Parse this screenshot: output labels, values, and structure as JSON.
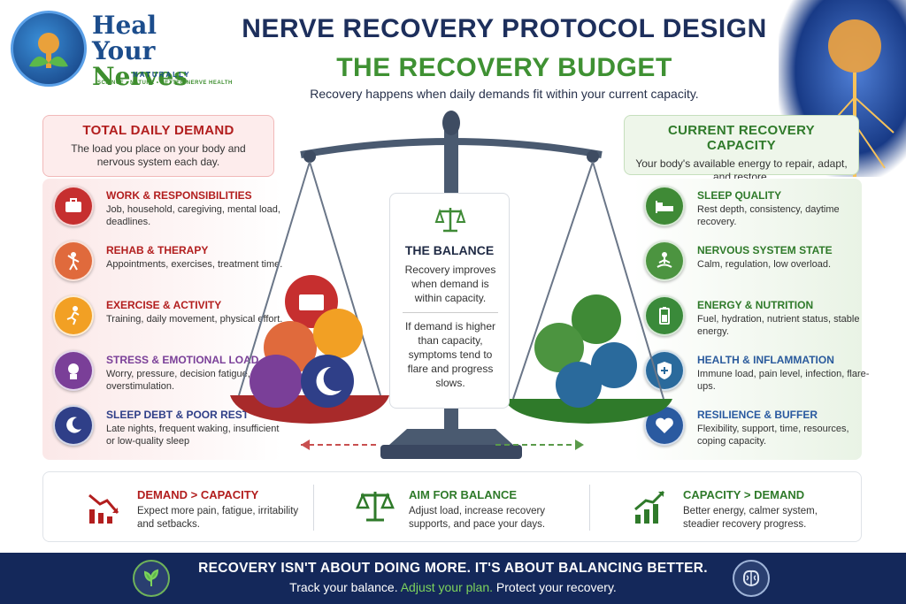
{
  "brand": {
    "line1": "Heal Your",
    "line2": "Nerves",
    "sub": "NATURALLY",
    "tagline": "SCIENCE • NATURE • BETTER NERVE HEALTH"
  },
  "header": {
    "title": "NERVE RECOVERY PROTOCOL DESIGN",
    "subtitle_title": "THE RECOVERY BUDGET",
    "tagline": "Recovery happens when daily demands fit within your current capacity."
  },
  "demand": {
    "title": "TOTAL DAILY DEMAND",
    "desc": "The load you place on your body and nervous system each day.",
    "items": [
      {
        "title": "WORK & RESPONSIBILITIES",
        "desc": "Job, household, caregiving, mental load, deadlines.",
        "color": "#c62f2f",
        "icon": "briefcase-icon"
      },
      {
        "title": "REHAB & THERAPY",
        "desc": "Appointments, exercises, treatment time.",
        "color": "#e06a3c",
        "icon": "exercise-icon"
      },
      {
        "title": "EXERCISE & ACTIVITY",
        "desc": "Training, daily movement, physical effort.",
        "color": "#f2a024",
        "icon": "running-icon"
      },
      {
        "title": "STRESS & EMOTIONAL LOAD",
        "desc": "Worry, pressure, decision fatigue, overstimulation.",
        "color": "#7a3f98",
        "icon": "stress-head-icon"
      },
      {
        "title": "SLEEP DEBT & POOR REST",
        "desc": "Late nights, frequent waking, insufficient or low-quality sleep",
        "color": "#2f3f88",
        "icon": "moon-icon"
      }
    ]
  },
  "capacity": {
    "title": "CURRENT RECOVERY CAPACITY",
    "desc": "Your body's available energy to repair, adapt, and restore.",
    "items": [
      {
        "title": "SLEEP QUALITY",
        "desc": "Rest depth, consistency, daytime recovery.",
        "color": "#3f8a36",
        "icon": "bed-icon"
      },
      {
        "title": "NERVOUS SYSTEM STATE",
        "desc": "Calm, regulation, low overload.",
        "color": "#4c9440",
        "icon": "meditation-icon"
      },
      {
        "title": "ENERGY & NUTRITION",
        "desc": "Fuel, hydration, nutrient status, stable energy.",
        "color": "#3a8a3a",
        "icon": "battery-icon"
      },
      {
        "title": "HEALTH & INFLAMMATION",
        "desc": "Immune load, pain level, infection, flare-ups.",
        "color": "#2a6a9c",
        "icon": "shield-icon"
      },
      {
        "title": "RESILIENCE & BUFFER",
        "desc": "Flexibility, support, time, resources, coping capacity.",
        "color": "#2a5aa0",
        "icon": "heart-icon"
      }
    ]
  },
  "balance": {
    "title": "THE BALANCE",
    "text1": "Recovery improves when demand is within capacity.",
    "text2": "If demand is higher than capacity, symptoms tend to flare and progress slows."
  },
  "bottom": [
    {
      "title": "DEMAND > CAPACITY",
      "desc": "Expect more pain, fatigue, irritability and setbacks.",
      "color": "#b21e1e",
      "icon": "decline-chart-icon"
    },
    {
      "title": "AIM FOR BALANCE",
      "desc": "Adjust load, increase recovery supports, and pace your days.",
      "color": "#2f7a2a",
      "icon": "balance-scale-icon"
    },
    {
      "title": "CAPACITY > DEMAND",
      "desc": "Better energy, calmer system, steadier recovery progress.",
      "color": "#2f7a2a",
      "icon": "growth-chart-icon"
    }
  ],
  "footer": {
    "line1": "RECOVERY ISN'T ABOUT DOING MORE. IT'S ABOUT BALANCING BETTER.",
    "line2_a": "Track your balance. ",
    "line2_b": "Adjust your plan.",
    "line2_c": " Protect your recovery."
  },
  "colors": {
    "navy": "#1d2f5c",
    "green": "#3f9133",
    "red": "#b21e1e",
    "footer_bg": "#14285a"
  }
}
